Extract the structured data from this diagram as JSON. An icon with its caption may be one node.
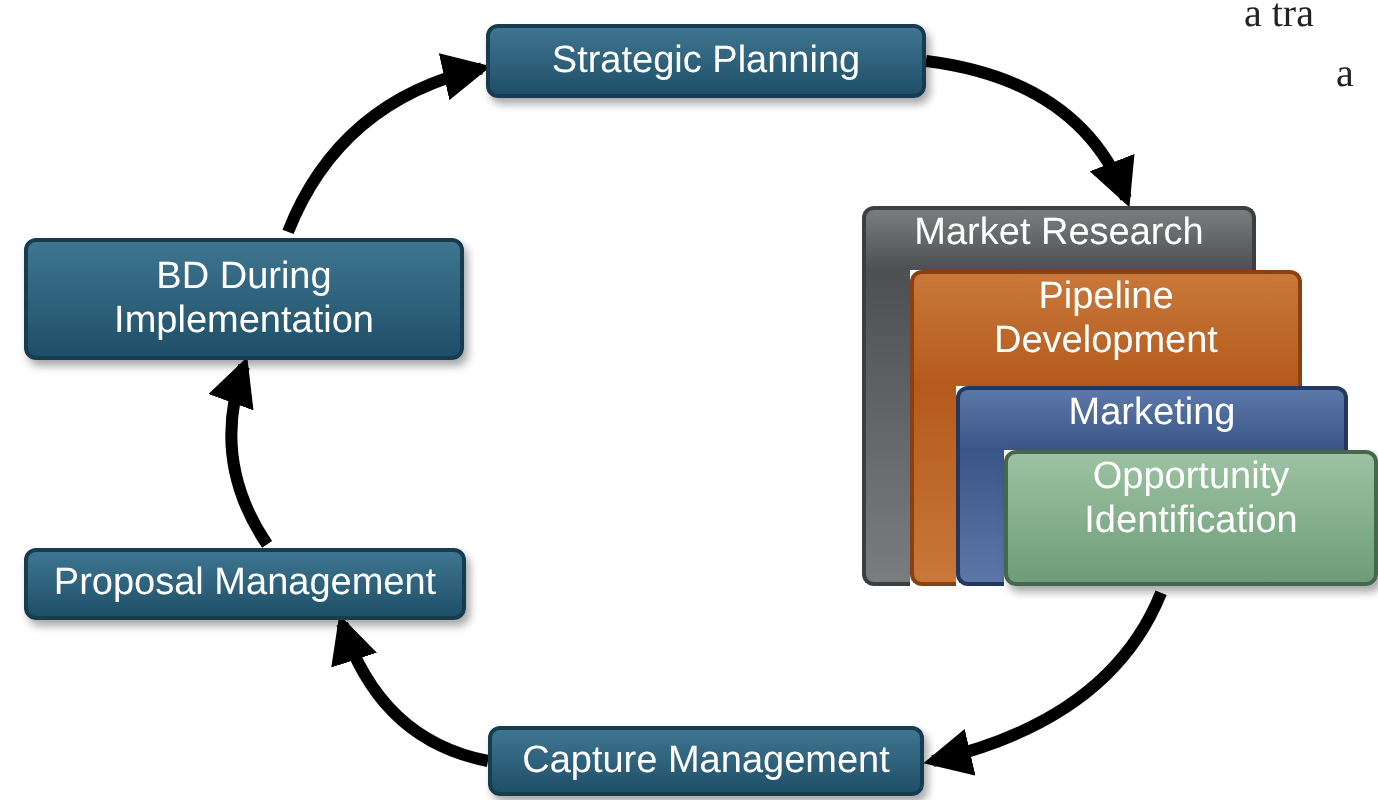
{
  "diagram": {
    "nodes": [
      {
        "text": [
          "Strategic Planning"
        ]
      },
      {
        "text": [
          "Market Research"
        ]
      },
      {
        "text": [
          "Pipeline Development"
        ]
      },
      {
        "text": [
          "Marketing"
        ]
      },
      {
        "text": [
          "Opportunity Identification"
        ]
      },
      {
        "text": [
          "Capture Management"
        ]
      },
      {
        "text": [
          "Proposal Management"
        ]
      },
      {
        "text": [
          "BD During Implementation"
        ]
      }
    ],
    "edges": [
      {
        "from": 0,
        "to": 1,
        "arrow": "to"
      },
      {
        "from": 4,
        "to": 5,
        "arrow": "to"
      },
      {
        "from": 5,
        "to": 6,
        "arrow": "to"
      },
      {
        "from": 6,
        "to": 7,
        "arrow": "to"
      },
      {
        "from": 7,
        "to": 0,
        "arrow": "to"
      }
    ],
    "labels": [
      "a tra",
      "a"
    ]
  }
}
